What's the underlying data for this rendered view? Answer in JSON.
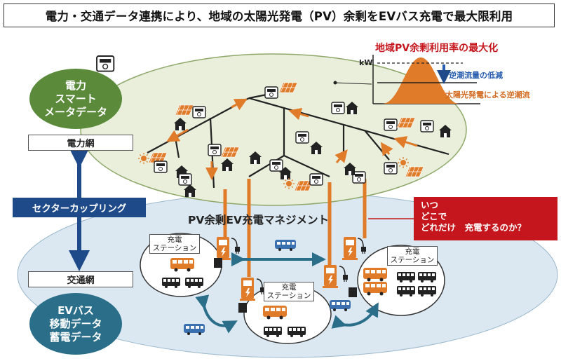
{
  "title": "電力・交通データ連携により、地域の太陽光発電（PV）余剰をEVバス充電で最大限利用",
  "power_meter": [
    "電力",
    "スマート",
    "メータデータ"
  ],
  "power_grid_label": "電力網",
  "sector_coupling": "セクターカップリング",
  "traffic_grid_label": "交通網",
  "ev_data": [
    "EVバス",
    "移動データ",
    "蓄電データ"
  ],
  "management_label": "PV余剰EV充電マネジメント",
  "question": [
    "いつ",
    "どこで",
    "どれだけ　充電するのか？"
  ],
  "station_label": [
    "充電",
    "ステーション"
  ],
  "chart": {
    "title": "地域PV余剰利用率の最大化",
    "ylabel": "kW",
    "reverse_flow_label": "逆潮流量の低減",
    "pv_label": "太陽光発電による逆潮流"
  },
  "colors": {
    "power_area": "#e9efdb",
    "traffic_area": "#dbe8f1",
    "flow_orange": "#e07b2a",
    "accent_red": "#c4161c",
    "navy": "#1f4a8a"
  },
  "icons": [
    "smart-meter-icon",
    "house-icon",
    "solar-panel-icon",
    "sun-icon",
    "ev-charger-icon",
    "bus-icon",
    "plug-icon",
    "bidirectional-arrow-icon"
  ]
}
